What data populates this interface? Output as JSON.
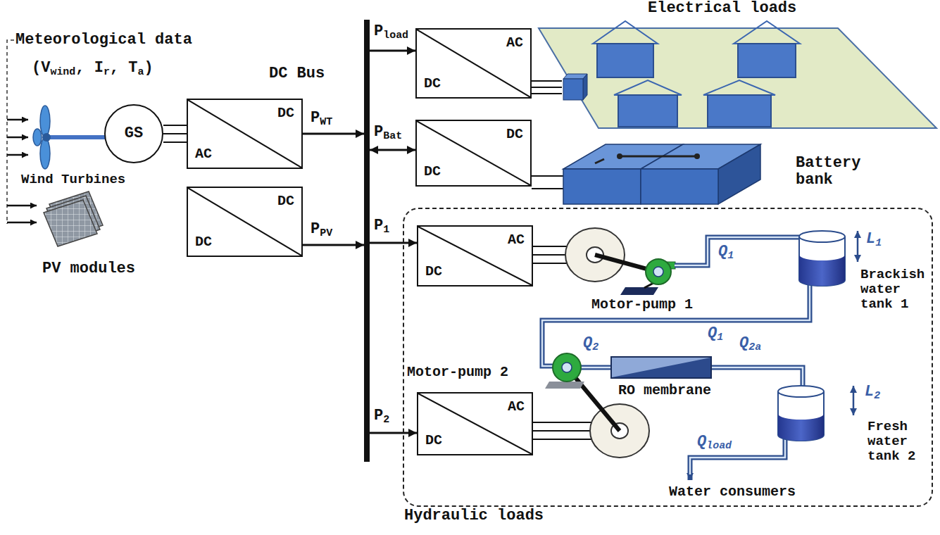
{
  "diagram": {
    "nodes": [
      {
        "text": [
          "DC Bus"
        ]
      },
      {
        "text": [
          "AC",
          "DC"
        ]
      },
      {
        "text": [
          "Electrical loads"
        ]
      },
      {
        "text": [
          "DC",
          "DC"
        ]
      },
      {
        "text": [
          "Battery bank"
        ]
      },
      {
        "text": [
          "GS"
        ]
      },
      {
        "text": [
          "DC",
          "AC"
        ]
      },
      {
        "text": [
          "Hydraulic loads"
        ]
      },
      {
        "text": [
          "AC",
          "DC"
        ],
        "in": 7
      },
      {
        "text": [
          "AC",
          "DC"
        ],
        "in": 7
      },
      {
        "text": [
          "DC",
          "DC"
        ]
      }
    ],
    "edges": [
      {
        "from": 6,
        "to": 0,
        "arrow": "to",
        "label": "PWT"
      },
      {
        "from": 10,
        "to": 0,
        "arrow": "to",
        "label": "PPV"
      },
      {
        "from": 0,
        "to": 1,
        "arrow": "to",
        "label": "Pload"
      },
      {
        "from": 0,
        "to": 3,
        "arrow": "both",
        "label": "PBat"
      },
      {
        "from": 0,
        "to": 8,
        "arrow": "to",
        "label": "P1"
      },
      {
        "from": 0,
        "to": 9,
        "arrow": "to",
        "label": "P2"
      },
      {
        "from": 5,
        "to": 6,
        "arrow": "none"
      },
      {
        "from": 1,
        "to": 2,
        "arrow": "none"
      },
      {
        "from": 3,
        "to": 4,
        "arrow": "none"
      }
    ],
    "labels": [
      "Meteorological data",
      "(Vwind, Ir, Ta)",
      "Wind Turbines",
      "PV modules",
      "Motor-pump 1",
      "Q1",
      "L1",
      "Brackish water tank 1",
      "Q1",
      "Motor-pump 2",
      "Q2",
      "RO membrane",
      "Q2a",
      "L2",
      "Fresh water tank 2",
      "Qload",
      "Water consumers"
    ]
  }
}
